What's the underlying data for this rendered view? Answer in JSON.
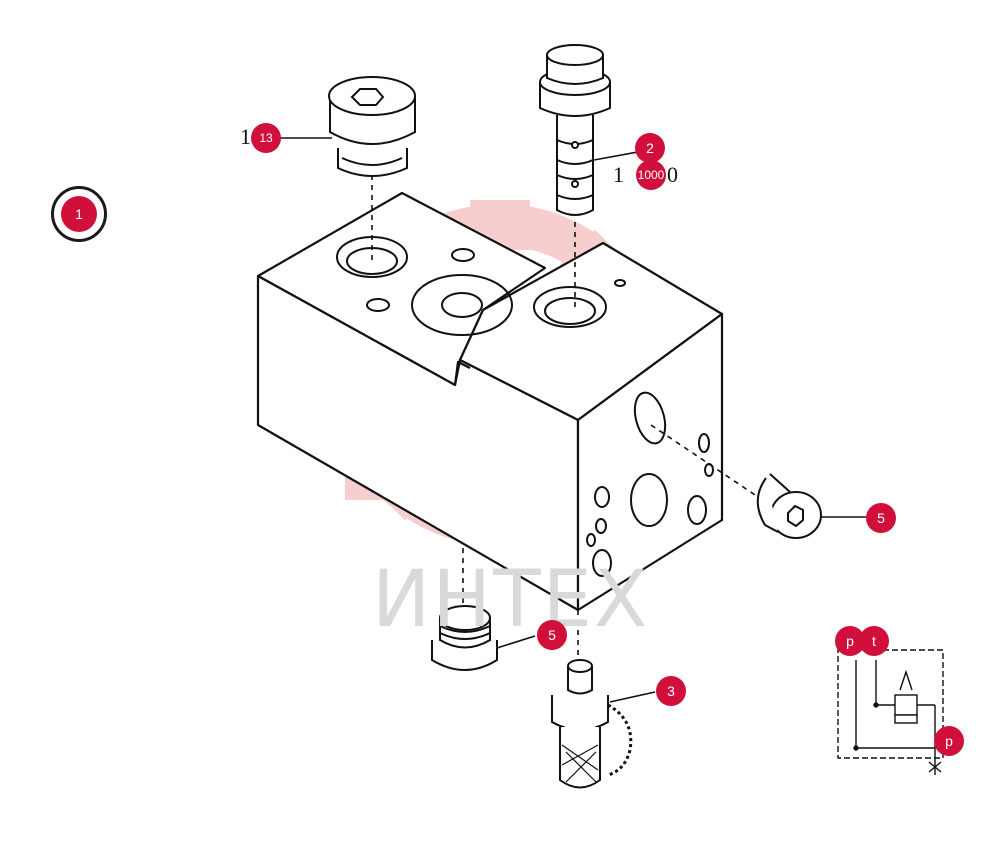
{
  "colors": {
    "badge": "#d10f3b",
    "line": "#111111",
    "watermark": "#f2a7a7",
    "watermark_text": "#d9d9d9"
  },
  "watermark": {
    "text": "ИНТЕХ"
  },
  "main_callout": {
    "label": "1"
  },
  "callouts": [
    {
      "id": "13",
      "label": "13"
    },
    {
      "id": "2",
      "label": "2"
    },
    {
      "id": "1000",
      "label": "1000"
    },
    {
      "id": "5-right",
      "label": "5"
    },
    {
      "id": "5-bottom",
      "label": "5"
    },
    {
      "id": "3",
      "label": "3"
    }
  ],
  "printed_numbers": {
    "left_13": "1",
    "right_1000_prefix": "1",
    "right_1000_suffix": "0"
  },
  "schematic": {
    "port_p_top": "p",
    "port_t": "t",
    "port_p_bottom": "p"
  }
}
